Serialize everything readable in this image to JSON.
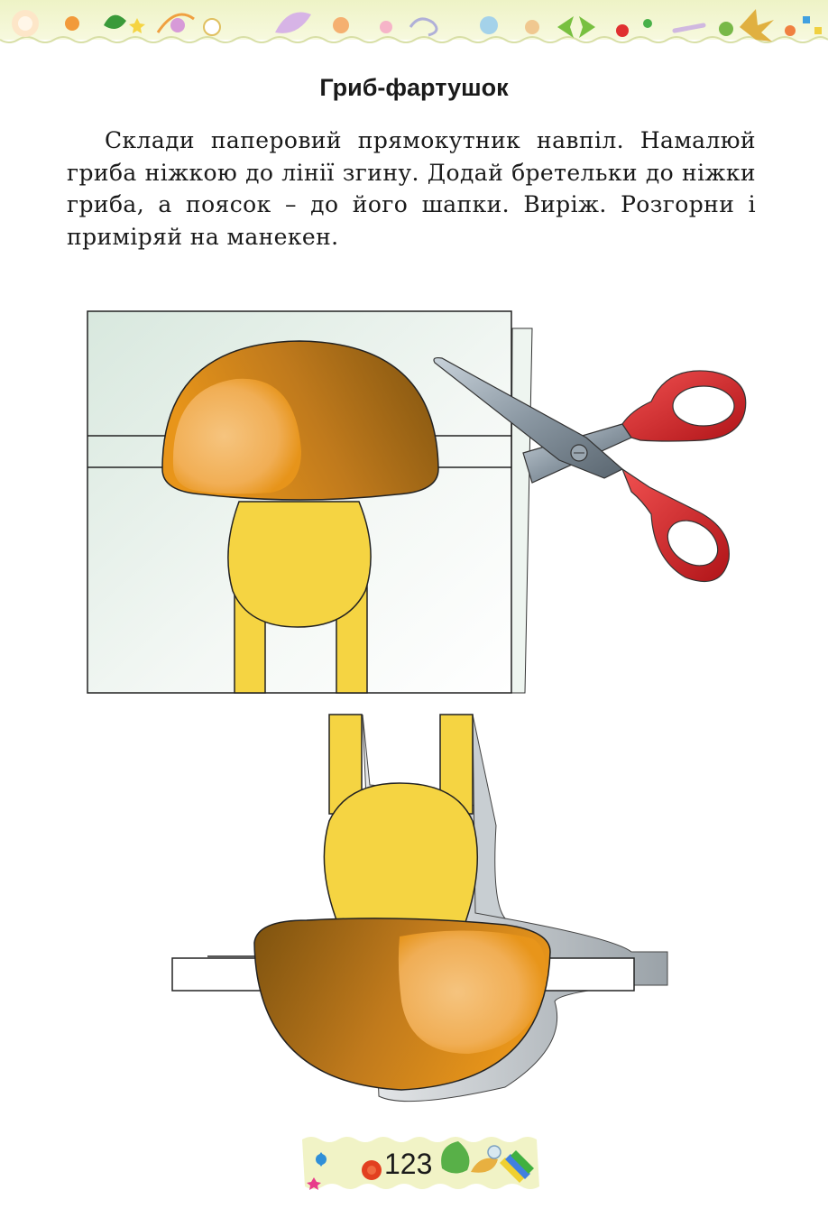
{
  "page": {
    "title": "Гриб-фартушок",
    "instruction": "Склади паперовий прямокутник навпіл. Намалюй гриба ніжкою до лінії згину. Додай бретельки до ніжки гриба, а поясок – до його шапки. Виріж. Розгорни і приміряй на манекен.",
    "page_number": "123"
  },
  "colors": {
    "mushroom_cap_dark": "#8a5a10",
    "mushroom_cap_light": "#e8951a",
    "mushroom_stem": "#f5d442",
    "scissors_handle": "#e0262a",
    "scissors_blade": "#8f9aa4",
    "paper": "#e8f1ec",
    "footer_bg": "#f3f4c8"
  },
  "icons": [
    "top-decorative-border",
    "scissors-icon",
    "mushroom-drawing",
    "mushroom-apron-unfolded",
    "footer-decorative-banner"
  ]
}
